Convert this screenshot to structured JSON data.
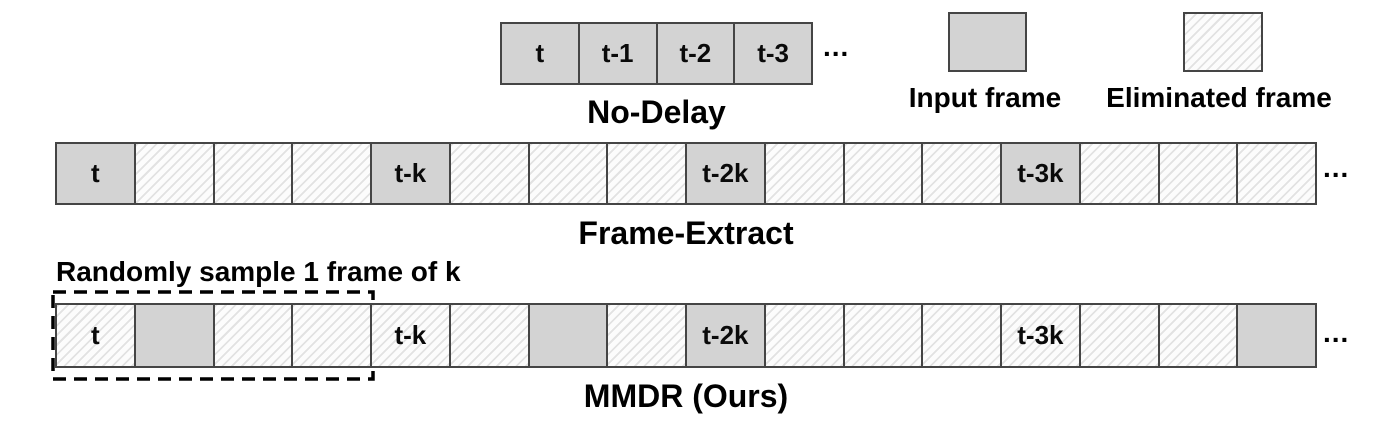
{
  "colors": {
    "input_fill": "#d3d3d3",
    "frame_border": "#454545",
    "hatch_line": "#e2e2e2",
    "hatch_bg": "#fcfcfc",
    "text": "#000000"
  },
  "legend": {
    "input_label": "Input frame",
    "eliminated_label": "Eliminated frame"
  },
  "no_delay": {
    "title": "No-Delay",
    "ellipsis": "...",
    "frames": [
      {
        "label": "t",
        "type": "input"
      },
      {
        "label": "t-1",
        "type": "input"
      },
      {
        "label": "t-2",
        "type": "input"
      },
      {
        "label": "t-3",
        "type": "input"
      }
    ]
  },
  "frame_extract": {
    "title": "Frame-Extract",
    "ellipsis": "...",
    "frames": [
      {
        "label": "t",
        "type": "input"
      },
      {
        "label": "",
        "type": "eliminated"
      },
      {
        "label": "",
        "type": "eliminated"
      },
      {
        "label": "",
        "type": "eliminated"
      },
      {
        "label": "t-k",
        "type": "input"
      },
      {
        "label": "",
        "type": "eliminated"
      },
      {
        "label": "",
        "type": "eliminated"
      },
      {
        "label": "",
        "type": "eliminated"
      },
      {
        "label": "t-2k",
        "type": "input"
      },
      {
        "label": "",
        "type": "eliminated"
      },
      {
        "label": "",
        "type": "eliminated"
      },
      {
        "label": "",
        "type": "eliminated"
      },
      {
        "label": "t-3k",
        "type": "input"
      },
      {
        "label": "",
        "type": "eliminated"
      },
      {
        "label": "",
        "type": "eliminated"
      },
      {
        "label": "",
        "type": "eliminated"
      }
    ]
  },
  "mmdr": {
    "title": "MMDR (Ours)",
    "annotation": "Randomly sample 1 frame of k",
    "ellipsis": "...",
    "frames": [
      {
        "label": "t",
        "type": "eliminated"
      },
      {
        "label": "",
        "type": "input"
      },
      {
        "label": "",
        "type": "eliminated"
      },
      {
        "label": "",
        "type": "eliminated"
      },
      {
        "label": "t-k",
        "type": "eliminated"
      },
      {
        "label": "",
        "type": "eliminated"
      },
      {
        "label": "",
        "type": "input"
      },
      {
        "label": "",
        "type": "eliminated"
      },
      {
        "label": "t-2k",
        "type": "input"
      },
      {
        "label": "",
        "type": "eliminated"
      },
      {
        "label": "",
        "type": "eliminated"
      },
      {
        "label": "",
        "type": "eliminated"
      },
      {
        "label": "t-3k",
        "type": "eliminated"
      },
      {
        "label": "",
        "type": "eliminated"
      },
      {
        "label": "",
        "type": "eliminated"
      },
      {
        "label": "",
        "type": "input"
      }
    ]
  }
}
